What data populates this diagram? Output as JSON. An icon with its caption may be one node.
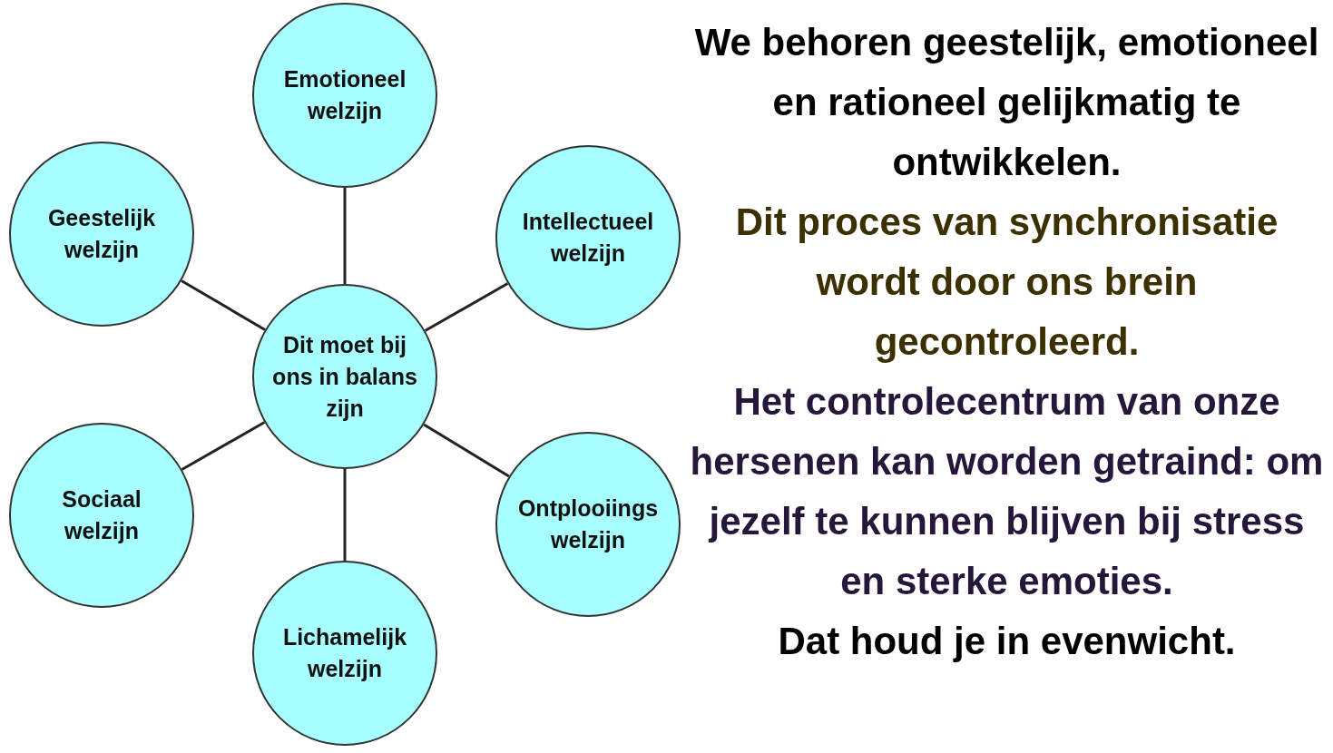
{
  "diagram": {
    "nodes": [
      {
        "text": [
          "Emotioneel welzijn"
        ]
      },
      {
        "text": [
          "Geestelijk welzijn"
        ]
      },
      {
        "text": [
          "Intellectueel welzijn"
        ]
      },
      {
        "text": [
          "Dit moet bij ons in balans zijn"
        ]
      },
      {
        "text": [
          "Sociaal welzijn"
        ]
      },
      {
        "text": [
          "Ontplooiings welzijn"
        ]
      },
      {
        "text": [
          "Lichamelijk welzijn"
        ]
      }
    ],
    "edges": [
      {
        "from": 3,
        "to": 0,
        "arrow": "none"
      },
      {
        "from": 3,
        "to": 1,
        "arrow": "none"
      },
      {
        "from": 3,
        "to": 2,
        "arrow": "none"
      },
      {
        "from": 3,
        "to": 4,
        "arrow": "none"
      },
      {
        "from": 3,
        "to": 5,
        "arrow": "none"
      },
      {
        "from": 3,
        "to": 6,
        "arrow": "none"
      }
    ],
    "labels": [
      "We behoren geestelijk, emotioneel en rationeel gelijkmatig te ontwikkelen.",
      "Dit proces van synchronisatie wordt door ons brein gecontroleerd.",
      "Het controlecentrum van onze hersenen kan worden getraind: om jezelf te kunnen blijven bij stress en sterke emoties.",
      "Dat houd je in evenwicht."
    ]
  }
}
